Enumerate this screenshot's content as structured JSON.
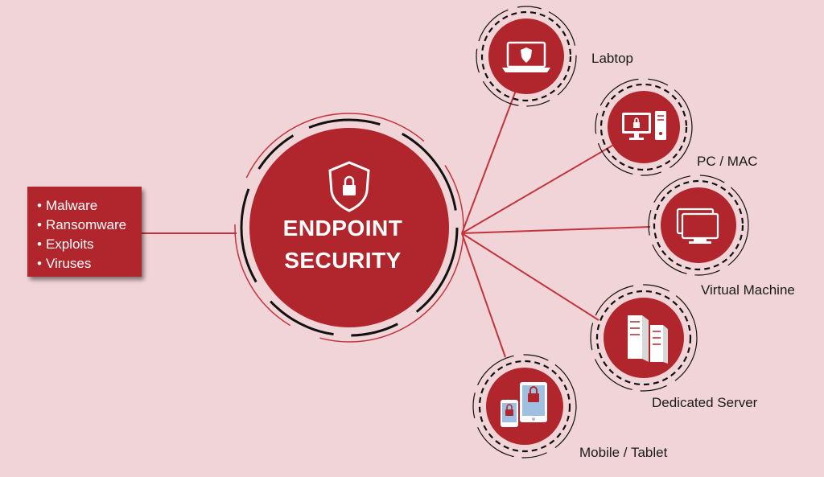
{
  "center": {
    "line1": "ENDPOINT",
    "line2": "SECURITY",
    "icon": "shield-lock-icon"
  },
  "threats": {
    "items": [
      "Malware",
      "Ransomware",
      "Exploits",
      "Viruses"
    ]
  },
  "devices": [
    {
      "label": "Labtop",
      "icon": "laptop-icon"
    },
    {
      "label": "PC / MAC",
      "icon": "desktop-pc-icon"
    },
    {
      "label": "Virtual Machine",
      "icon": "virtual-machine-icon"
    },
    {
      "label": "Dedicated Server",
      "icon": "server-icon"
    },
    {
      "label": "Mobile / Tablet",
      "icon": "mobile-tablet-icon"
    }
  ],
  "colors": {
    "background": "#f1d4d7",
    "accent_red": "#b1262c",
    "connector": "#c0353b",
    "ring": "#111111",
    "label_text": "#1a1a1a"
  }
}
